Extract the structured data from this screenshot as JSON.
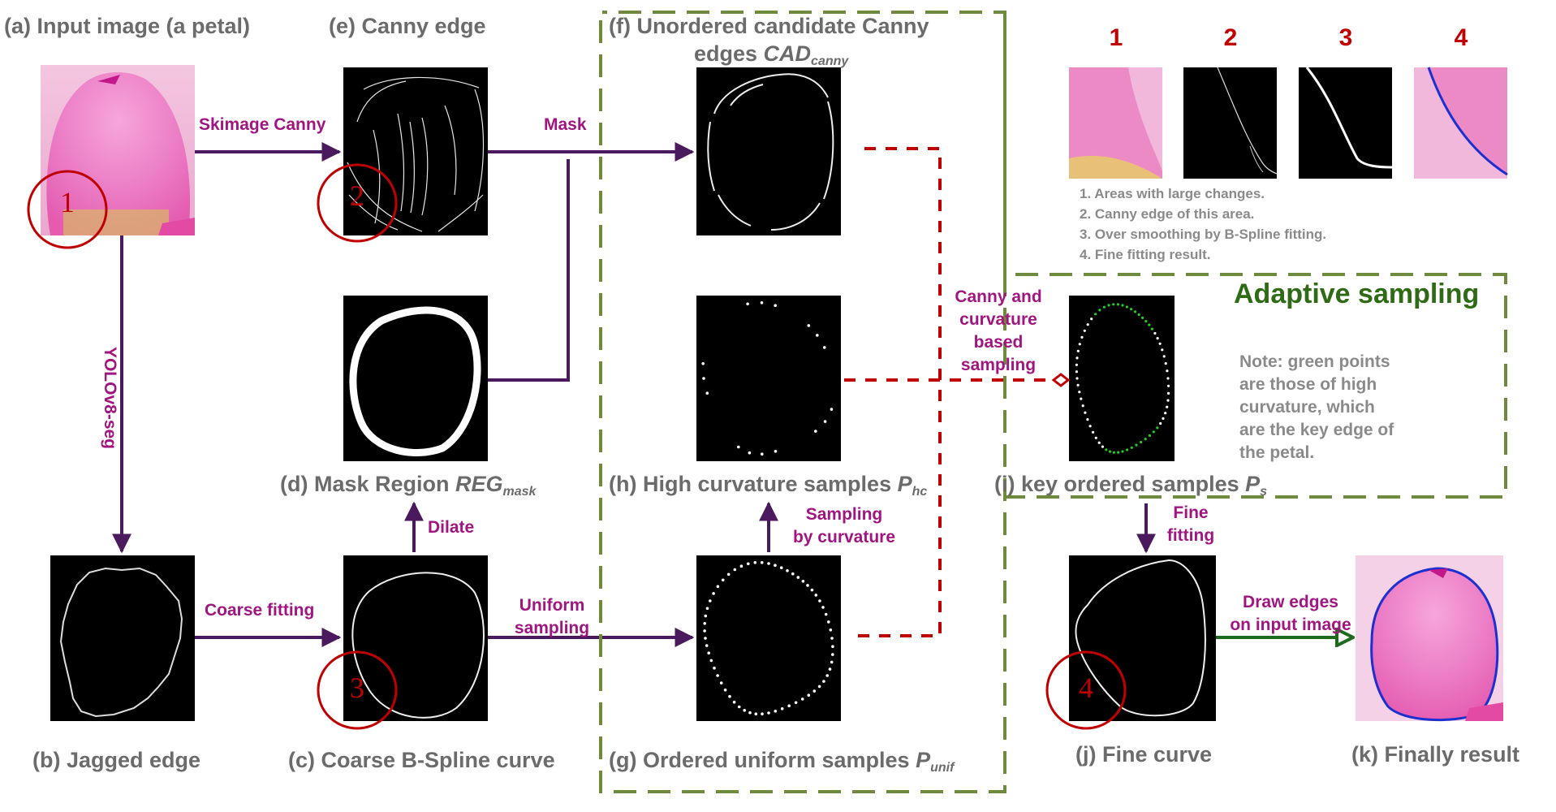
{
  "labels": {
    "a": "(a) Input image (a petal)",
    "b": "(b) Jagged edge",
    "c": "(c) Coarse B-Spline curve",
    "d_pre": "(d) Mask Region ",
    "d_var": "REG",
    "d_sub": "mask",
    "e": "(e) Canny edge",
    "f_line1": "(f) Unordered candidate  Canny",
    "f_line2_pre": "edges ",
    "f_var": "CAD",
    "f_sub": "canny",
    "g_pre": "(g) Ordered uniform samples ",
    "g_var": "P",
    "g_sub": "unif",
    "h_pre": "(h) High curvature samples ",
    "h_var": "P",
    "h_sub": "hc",
    "i_pre": "(i) key ordered samples  ",
    "i_var": "P",
    "i_sub": "s",
    "j": "(j) Fine curve",
    "k": "(k) Finally result"
  },
  "arrows": {
    "skimage_canny": "Skimage Canny",
    "mask": "Mask",
    "yolo": "YOLOv8-seg",
    "coarse_fitting": "Coarse  fitting",
    "dilate": "Dilate",
    "uniform_sampling": [
      "Uniform",
      "sampling"
    ],
    "sampling_by_curvature": [
      "Sampling",
      "by curvature"
    ],
    "canny_curvature": [
      "Canny and",
      "curvature",
      "based",
      "sampling"
    ],
    "fine_fitting": [
      "Fine",
      "fitting"
    ],
    "draw_edges": [
      "Draw edges",
      "on input image"
    ]
  },
  "markers": [
    "1",
    "2",
    "3",
    "4"
  ],
  "inset_numbers": [
    "1",
    "2",
    "3",
    "4"
  ],
  "inset_notes": [
    "1. Areas with large changes.",
    "2. Canny edge of this area.",
    "3. Over smoothing by B-Spline fitting.",
    "4. Fine fitting result."
  ],
  "adaptive_title": "Adaptive sampling",
  "adaptive_note": [
    "Note: green points",
    "are those of high",
    "curvature, which",
    "are the key edge of",
    "the petal."
  ],
  "colors": {
    "arrow": "#4b1a5e",
    "label_purple": "#a0157f",
    "red": "#c00000",
    "dash_red": "#c00000",
    "dash_green": "#6e8b3d",
    "green_arrow": "#1e6b1e",
    "title_gray": "#6b6b6b",
    "petal_pink": "#e879c0",
    "curve_blue": "#1c2fd0",
    "green_points": "#22cc22"
  }
}
